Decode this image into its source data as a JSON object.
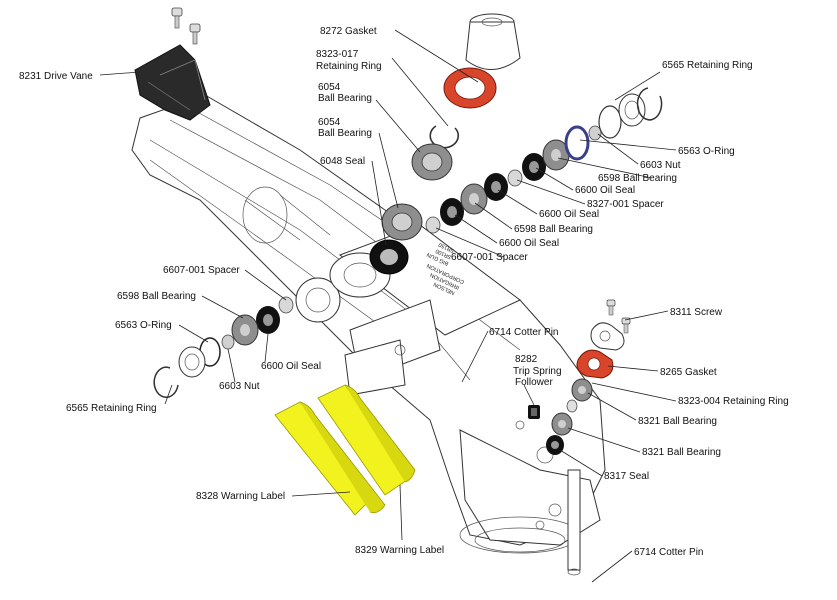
{
  "colors": {
    "gasket": "#d9452b",
    "warning_label": "#f2f21e",
    "seal": "#111111",
    "bearing": "#8e8e8e",
    "oring_blue": "#3a3f8c"
  },
  "body_text": {
    "line1": "NELSON",
    "line2": "IRRIGATION",
    "line3": "CORPORATION",
    "line4": "BIG GUN",
    "line5": "SR100",
    "line6": "SR150"
  },
  "labels": {
    "l8272": "8272 Gasket",
    "l8323_017_a": "8323-017",
    "l8323_017_b": "Retaining Ring",
    "l6565_top": "6565 Retaining Ring",
    "l6054a_a": "6054",
    "l6054a_b": "Ball Bearing",
    "l6054b_a": "6054",
    "l6054b_b": "Ball Bearing",
    "l8231": "8231 Drive Vane",
    "l6563_top": "6563 O-Ring",
    "l6603_top": "6603 Nut",
    "l6598_top": "6598 Ball Bearing",
    "l6600_a": "6600 Oil Seal",
    "l8327": "8327-001 Spacer",
    "l6600_b": "6600 Oil Seal",
    "l6598_mid": "6598 Ball Bearing",
    "l6048": "6048 Seal",
    "l6600_c": "6600 Oil Seal",
    "l6607_right": "6607-001 Spacer",
    "l6607_left": "6607-001 Spacer",
    "l6598_left": "6598 Ball Bearing",
    "l6563_left": "6563 O-Ring",
    "l6600_left": "6600 Oil Seal",
    "l6603_left": "6603 Nut",
    "l6565_left": "6565 Retaining Ring",
    "l6714_a": "6714 Cotter Pin",
    "l8311": "8311 Screw",
    "l8282_a": "8282",
    "l8282_b": "Trip Spring",
    "l8282_c": "Follower",
    "l8265": "8265 Gasket",
    "l8323_004": "8323-004 Retaining Ring",
    "l8321_a": "8321 Ball Bearing",
    "l8321_b": "8321 Ball Bearing",
    "l8317": "8317 Seal",
    "l8328": "8328 Warning Label",
    "l8329": "8329 Warning Label",
    "l6714_b": "6714 Cotter Pin"
  }
}
